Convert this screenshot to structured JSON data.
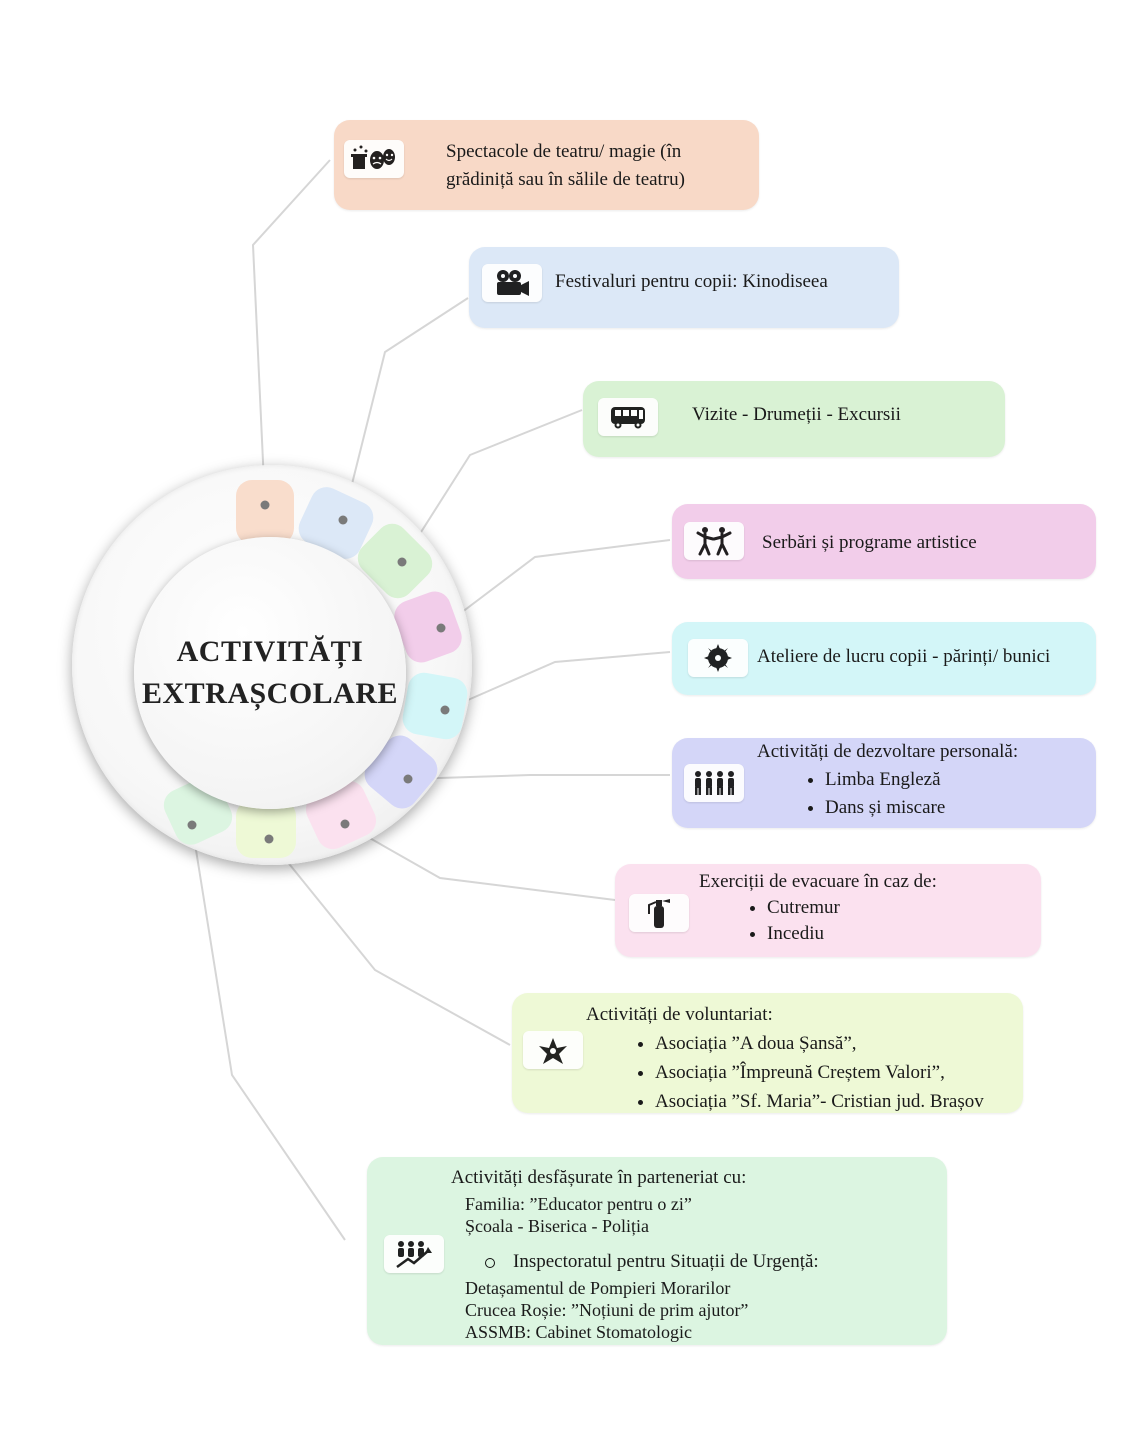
{
  "hub": {
    "line1": "ACTIVITĂȚI",
    "line2": "EXTRAȘCOLARE"
  },
  "colors": {
    "peach": "#f8d9c7",
    "blue": "#dce8f7",
    "green": "#d9f2d4",
    "pink": "#f2cdea",
    "cyan": "#d3f6f8",
    "lavender": "#d4d6f8",
    "rose": "#fbe1ef",
    "lime": "#eef9d6",
    "mint": "#dcf5e1",
    "connector": "#d6d6d6",
    "dot": "#7a7a7a"
  },
  "cards": [
    {
      "icon": "theater-masks-icon",
      "lines": [
        "Spectacole de teatru/ magie (în",
        "grădiniță sau în sălile de teatru)"
      ]
    },
    {
      "icon": "movie-camera-icon",
      "text": "Festivaluri pentru copii: Kinodiseea"
    },
    {
      "icon": "bus-icon",
      "text": "Vizite - Drumeții - Excursii"
    },
    {
      "icon": "dancers-icon",
      "text": "Serbări și programe artistice"
    },
    {
      "icon": "saw-blade-icon",
      "text": "Ateliere de lucru copii - părinți/ bunici"
    },
    {
      "icon": "group-people-icon",
      "title": "Activități de dezvoltare personală:",
      "bullets": [
        "Limba Engleză",
        "Dans și miscare"
      ]
    },
    {
      "icon": "fire-extinguisher-icon",
      "title": "Exerciții de evacuare în caz de:",
      "bullets": [
        "Cutremur",
        "Incediu"
      ]
    },
    {
      "icon": "volunteer-hands-icon",
      "title": "Activități de voluntariat:",
      "bullets": [
        "Asociația ”A doua Șansă”,",
        "Asociația ”Împreună Creștem Valori”,",
        "Asociația ”Sf. Maria”- Cristian jud. Brașov"
      ]
    },
    {
      "icon": "partnership-growth-icon",
      "title": "Activități desfășurate în parteneriat cu:",
      "lines_a": [
        "Familia: ”Educator pentru o zi”",
        "Școala - Biserica - Poliția"
      ],
      "subitem": "Inspectoratul pentru Situații de Urgență:",
      "lines_b": [
        "Detașamentul de Pompieri Morarilor",
        "Crucea Roșie: ”Noțiuni de prim ajutor”",
        "ASSMB: Cabinet Stomatologic"
      ]
    }
  ]
}
